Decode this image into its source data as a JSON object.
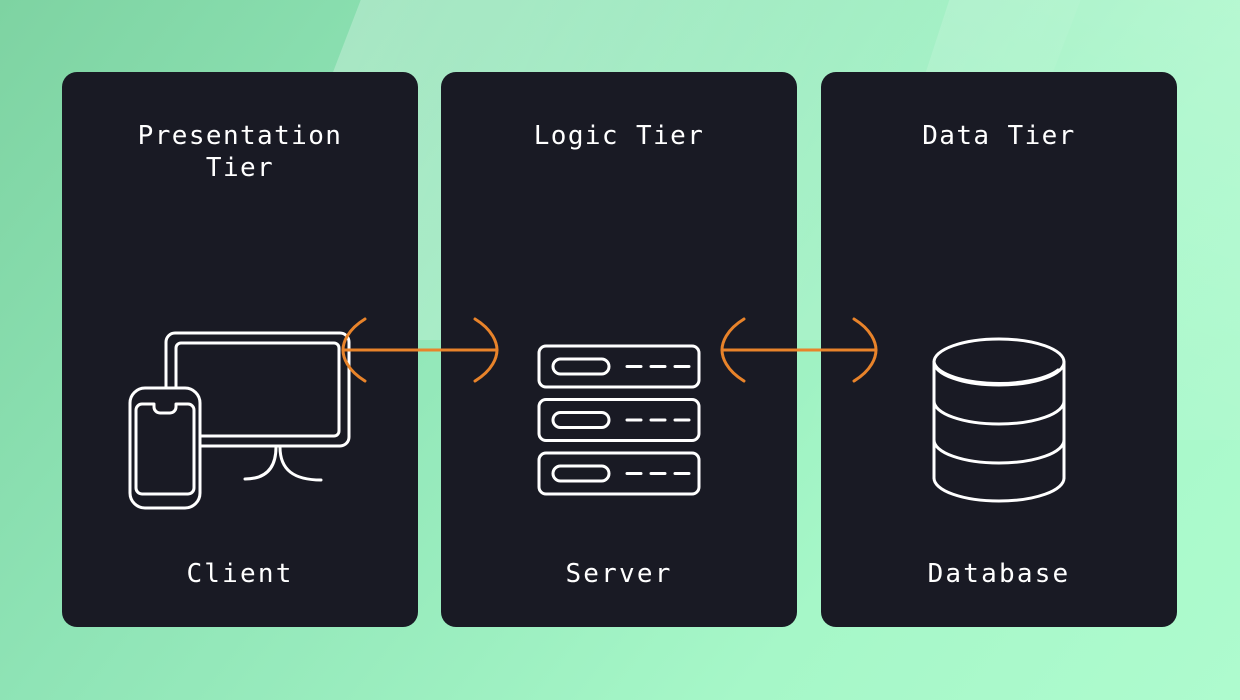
{
  "diagram": {
    "type": "three-tier-architecture",
    "background": {
      "gradient_from": "#7ED3A2",
      "gradient_to": "#AEFBCE"
    },
    "card_color": "#191A24",
    "stroke_color": "#FFFFFF",
    "arrow_color": "#E8832A",
    "tiers": [
      {
        "title": "Presentation\nTier",
        "label": "Client",
        "icon": "monitor-and-phone-icon"
      },
      {
        "title": "Logic Tier",
        "label": "Server",
        "icon": "server-rack-icon"
      },
      {
        "title": "Data Tier",
        "label": "Database",
        "icon": "database-cylinder-icon"
      }
    ],
    "connectors": [
      {
        "from": "Client",
        "to": "Server",
        "style": "double-headed-arrow"
      },
      {
        "from": "Server",
        "to": "Database",
        "style": "double-headed-arrow"
      }
    ]
  }
}
